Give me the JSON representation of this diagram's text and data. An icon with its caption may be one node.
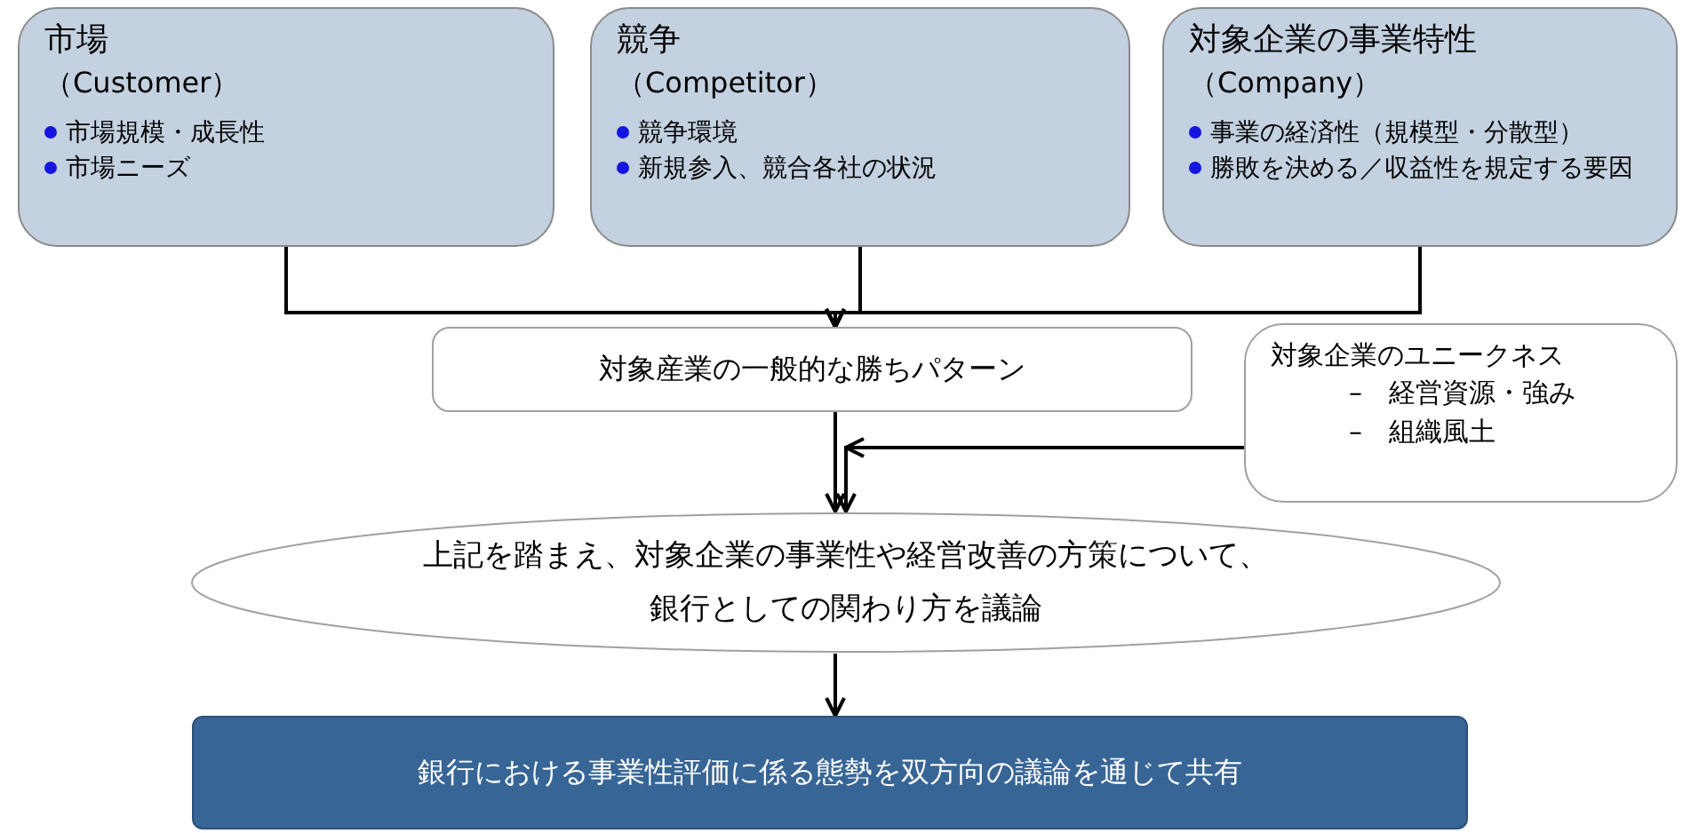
{
  "diagram": {
    "nodes": [
      {
        "text": [
          "市場",
          "（Customer）",
          "市場規模・成長性",
          "市場ニーズ"
        ]
      },
      {
        "text": [
          "競争",
          "（Competitor）",
          "競争環境",
          "新規参入、競合各社の状況"
        ]
      },
      {
        "text": [
          "対象企業の事業特性",
          "（Company）",
          "事業の経済性（規模型・分散型）",
          "勝敗を決める／収益性を規定する要因"
        ]
      },
      {
        "text": [
          "対象産業の一般的な勝ちパターン"
        ]
      },
      {
        "text": [
          "対象企業のユニークネス",
          "–　経営資源・強み",
          "–　組織風土"
        ]
      },
      {
        "text": [
          "上記を踏まえ、対象企業の事業性や経営改善の方策について、銀行としての関わり方を議論"
        ]
      },
      {
        "text": [
          "銀行における事業性評価に係る態勢を双方向の議論を通じて共有"
        ]
      }
    ],
    "edges": [
      {
        "from": 0,
        "to": 3,
        "arrow": "to"
      },
      {
        "from": 1,
        "to": 3,
        "arrow": "to"
      },
      {
        "from": 2,
        "to": 3,
        "arrow": "to"
      },
      {
        "from": 3,
        "to": 5,
        "arrow": "to"
      },
      {
        "from": 4,
        "to": 5,
        "arrow": "to"
      },
      {
        "from": 5,
        "to": 6,
        "arrow": "to"
      }
    ]
  }
}
